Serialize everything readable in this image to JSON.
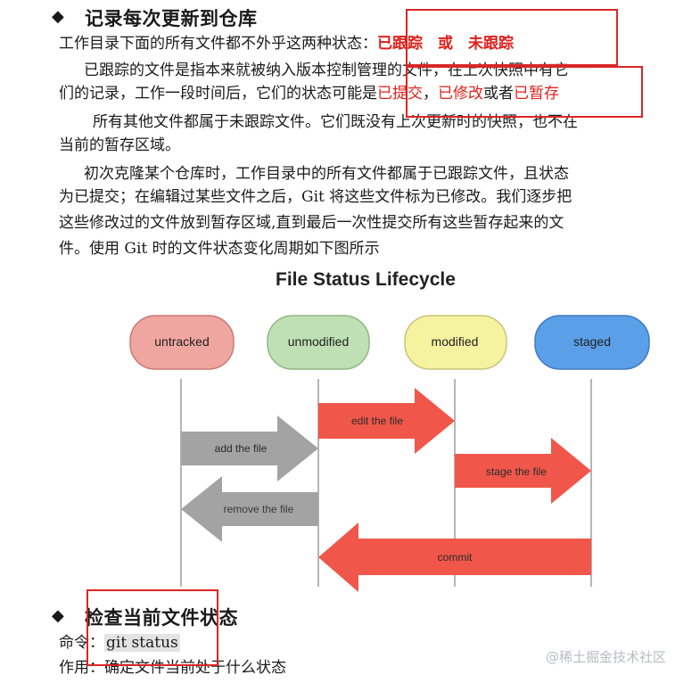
{
  "section1": {
    "bullet": "◆",
    "title": "记录每次更新到仓库"
  },
  "paragraphs": {
    "p1": {
      "text": "工作目录下面的所有文件都不外乎这两种状态：",
      "highlight": "已跟踪　或　未跟踪"
    },
    "p2": {
      "line1": "已跟踪的文件是指本来就被纳入版本控制管理的文件，在上次快照中有它",
      "line2_pre": "们的记录，工作一段时间后，它们的状态可能是",
      "s1": "已提交",
      "sep": "，",
      "s2": "已修改",
      "or": "或者",
      "s3": "已暂存"
    },
    "p3": {
      "line1": "所有其他文件都属于未跟踪文件。它们既没有上次更新时的快照，也不在",
      "line2": "当前的暂存区域。"
    },
    "p4": {
      "line1": "初次克隆某个仓库时，工作目录中的所有文件都属于已跟踪文件，且状态",
      "line2": "为已提交；在编辑过某些文件之后，Git 将这些文件标为已修改。我们逐步把",
      "line3": "这些修改过的文件放到暂存区域,直到最后一次性提交所有这些暂存起来的文",
      "line4": "件。使用 Git 时的文件状态变化周期如下图所示"
    }
  },
  "diagram": {
    "title": "File Status Lifecycle",
    "states": [
      {
        "label": "untracked",
        "color": "#f0a6a0",
        "stroke": "#c97a74"
      },
      {
        "label": "unmodified",
        "color": "#bfe0b4",
        "stroke": "#8fb884"
      },
      {
        "label": "modified",
        "color": "#f5f2a0",
        "stroke": "#c9c47a"
      },
      {
        "label": "staged",
        "color": "#5b9fe8",
        "stroke": "#3f7bc2"
      }
    ],
    "arrows": [
      {
        "label": "edit the file",
        "color": "#f0574a"
      },
      {
        "label": "add the file",
        "color": "#a3a3a3"
      },
      {
        "label": "stage the file",
        "color": "#f0574a"
      },
      {
        "label": "remove the file",
        "color": "#a3a3a3"
      },
      {
        "label": "commit",
        "color": "#f0574a"
      }
    ]
  },
  "section2": {
    "bullet": "◆",
    "title": "检查当前文件状态",
    "cmd_label": "命令：",
    "cmd_value": "git status",
    "use_label": "作用：",
    "use_value": "确定文件当前处于什么状态"
  },
  "watermark": "@稀土掘金技术社区"
}
